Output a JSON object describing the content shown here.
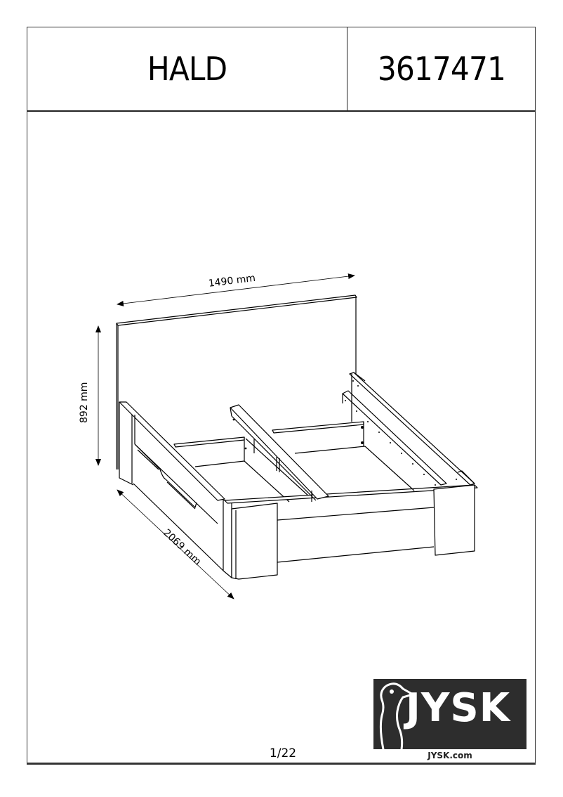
{
  "header": {
    "product_name": "HALD",
    "article_number": "3617471"
  },
  "dimensions": {
    "width": "1490 mm",
    "height": "892 mm",
    "length": "2069 mm"
  },
  "footer": {
    "page_indicator": "1/22",
    "brand": "JYSK",
    "brand_url": "JYSK.com"
  },
  "colors": {
    "logo_background": "#2d2d2d",
    "line": "#000000",
    "frame": "#333333"
  }
}
